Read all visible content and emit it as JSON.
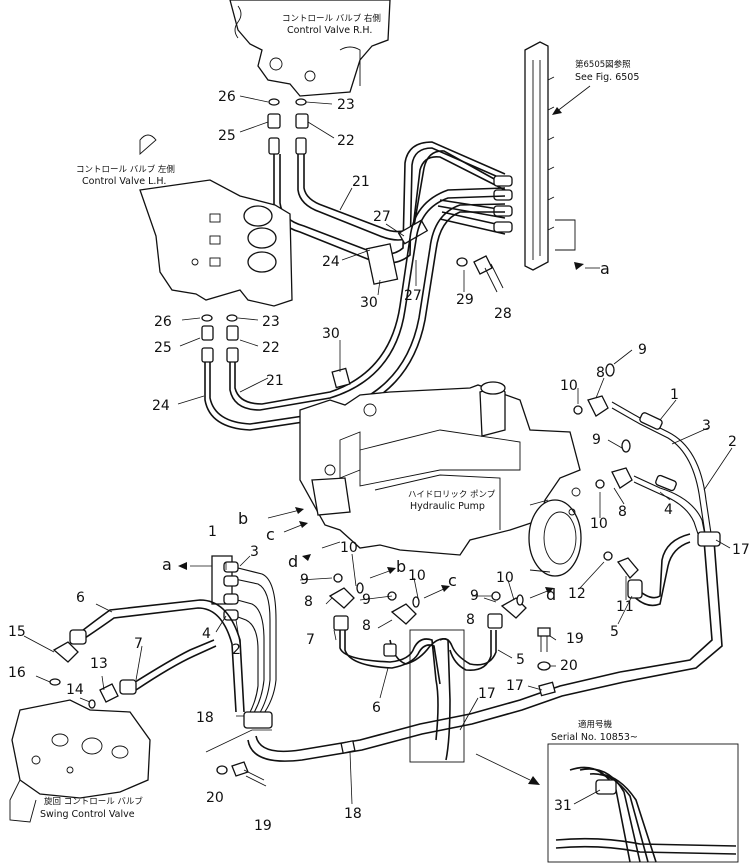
{
  "labels": {
    "control_valve_rh_jp": "コントロール バルブ 右側",
    "control_valve_rh": "Control Valve R.H.",
    "control_valve_lh_jp": "コントロール バルブ 左側",
    "control_valve_lh": "Control Valve L.H.",
    "see_fig_jp": "第6505図参照",
    "see_fig": "See Fig. 6505",
    "hydraulic_pump_jp": "ハイドロリック ポンプ",
    "hydraulic_pump": "Hydraulic Pump",
    "swing_control_valve_jp": "旋回 コントロール バルブ",
    "swing_control_valve": "Swing Control Valve",
    "serial_jp": "適用号機",
    "serial": "Serial No. 10853~"
  },
  "callouts": {
    "c1": "1",
    "c2": "2",
    "c3": "3",
    "c4": "4",
    "c5": "5",
    "c6": "6",
    "c7": "7",
    "c8": "8",
    "c9": "9",
    "c10": "10",
    "c11": "11",
    "c12": "12",
    "c13": "13",
    "c14": "14",
    "c15": "15",
    "c16": "16",
    "c17": "17",
    "c18": "18",
    "c19": "19",
    "c20": "20",
    "c21": "21",
    "c22": "22",
    "c23": "23",
    "c24": "24",
    "c25": "25",
    "c26": "26",
    "c27": "27",
    "c28": "28",
    "c29": "29",
    "c30": "30",
    "c31": "31"
  },
  "port_letters": {
    "a": "a",
    "b": "b",
    "c": "c",
    "d": "d"
  }
}
